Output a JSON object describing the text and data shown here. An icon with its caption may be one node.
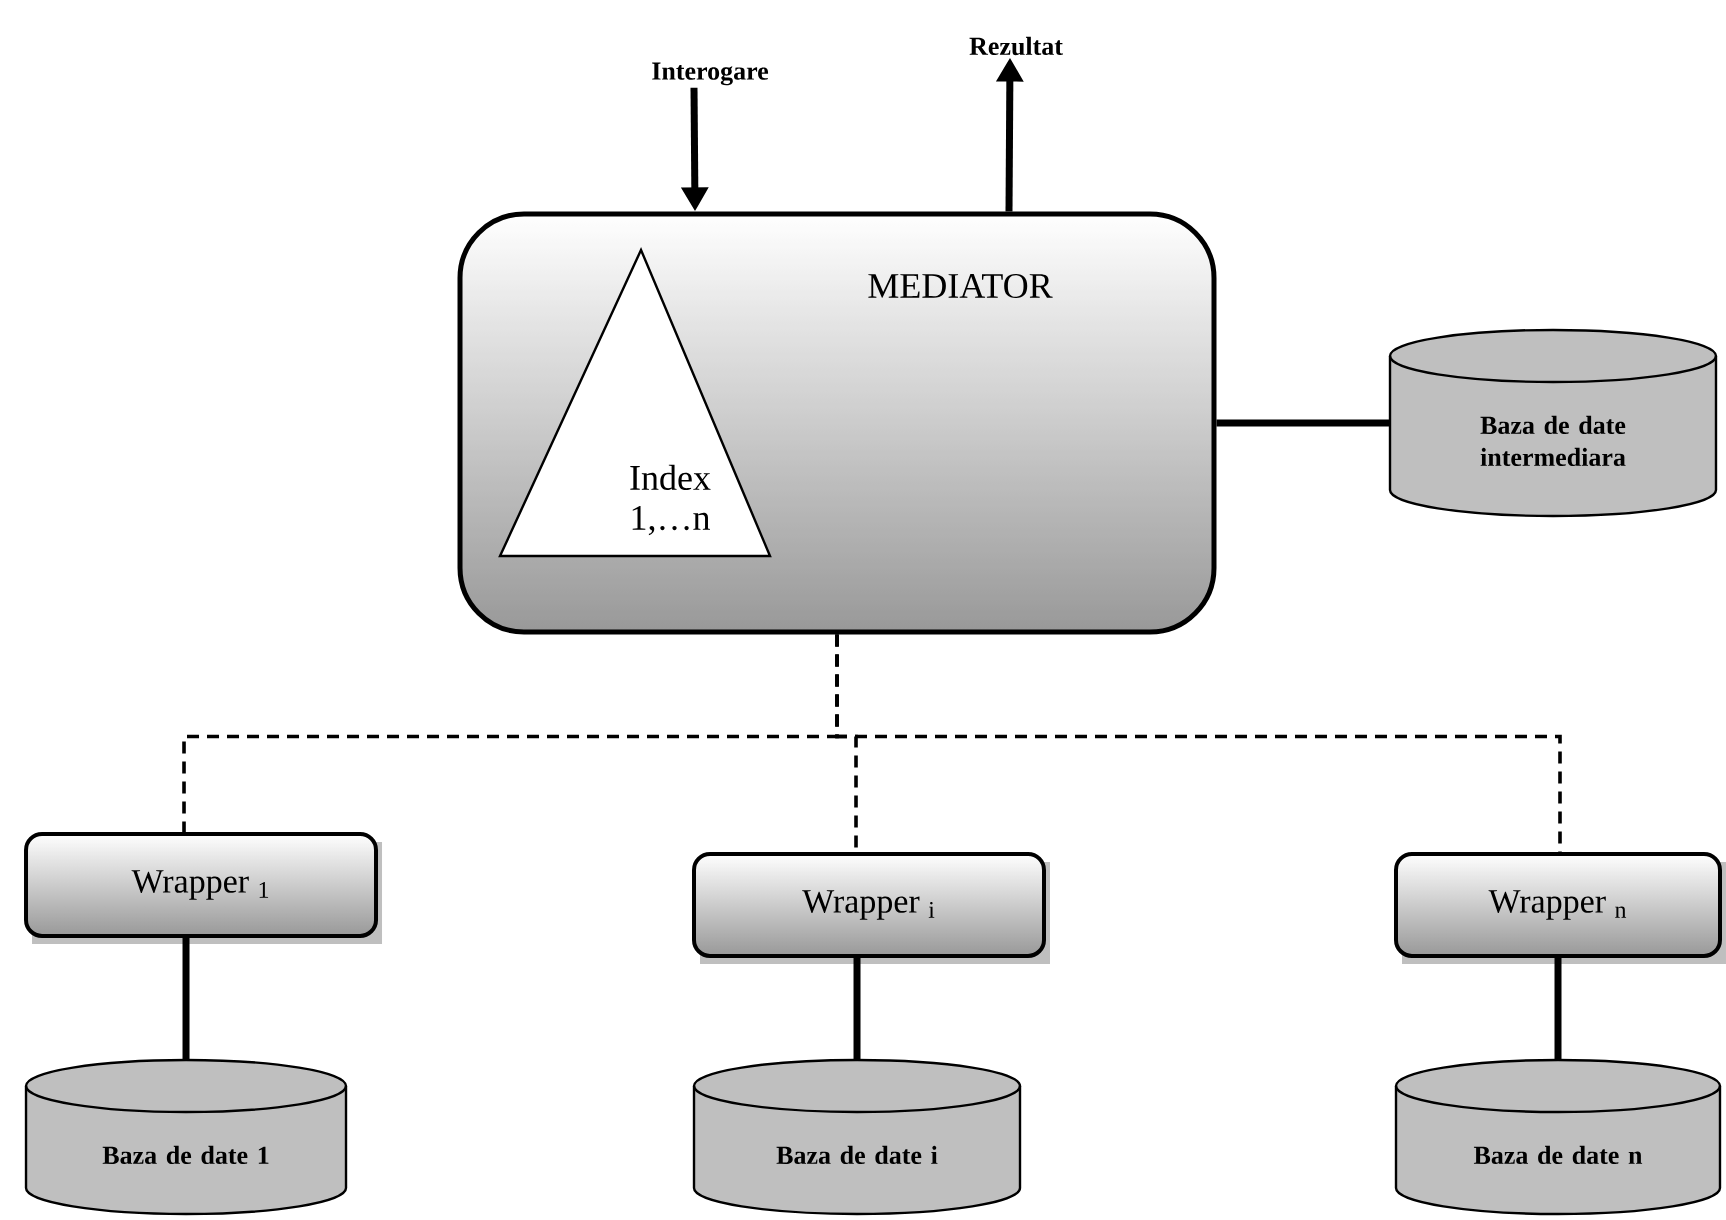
{
  "diagram": {
    "nodes": [
      {
        "text": [
          "Interogare"
        ]
      },
      {
        "text": [
          "MEDIATOR"
        ]
      },
      {
        "text": [
          "Index 1,…n"
        ],
        "in": 1
      },
      {
        "text": [
          "Rezultat"
        ]
      },
      {
        "text": [
          "Baza de date intermediara"
        ]
      },
      {
        "text": [
          "Wrapper $_{1}$"
        ]
      },
      {
        "text": [
          "Wrapper $_{i}$"
        ]
      },
      {
        "text": [
          "Wrapper $_{n}$"
        ]
      },
      {
        "text": [
          "Baza de date 1"
        ]
      },
      {
        "text": [
          "Baza de date i"
        ]
      },
      {
        "text": [
          "Baza de date n"
        ]
      }
    ],
    "edges": [
      {
        "from": 0,
        "to": 1,
        "arrow": "to"
      },
      {
        "from": 1,
        "to": 3,
        "arrow": "to"
      },
      {
        "from": 1,
        "to": 4,
        "arrow": "none"
      },
      {
        "from": 1,
        "to": 5,
        "arrow": "none",
        "style": "dashed"
      },
      {
        "from": 1,
        "to": 6,
        "arrow": "none",
        "style": "dashed"
      },
      {
        "from": 1,
        "to": 7,
        "arrow": "none",
        "style": "dashed"
      },
      {
        "from": 5,
        "to": 8,
        "arrow": "none"
      },
      {
        "from": 6,
        "to": 9,
        "arrow": "none"
      },
      {
        "from": 7,
        "to": 10,
        "arrow": "none"
      }
    ]
  }
}
